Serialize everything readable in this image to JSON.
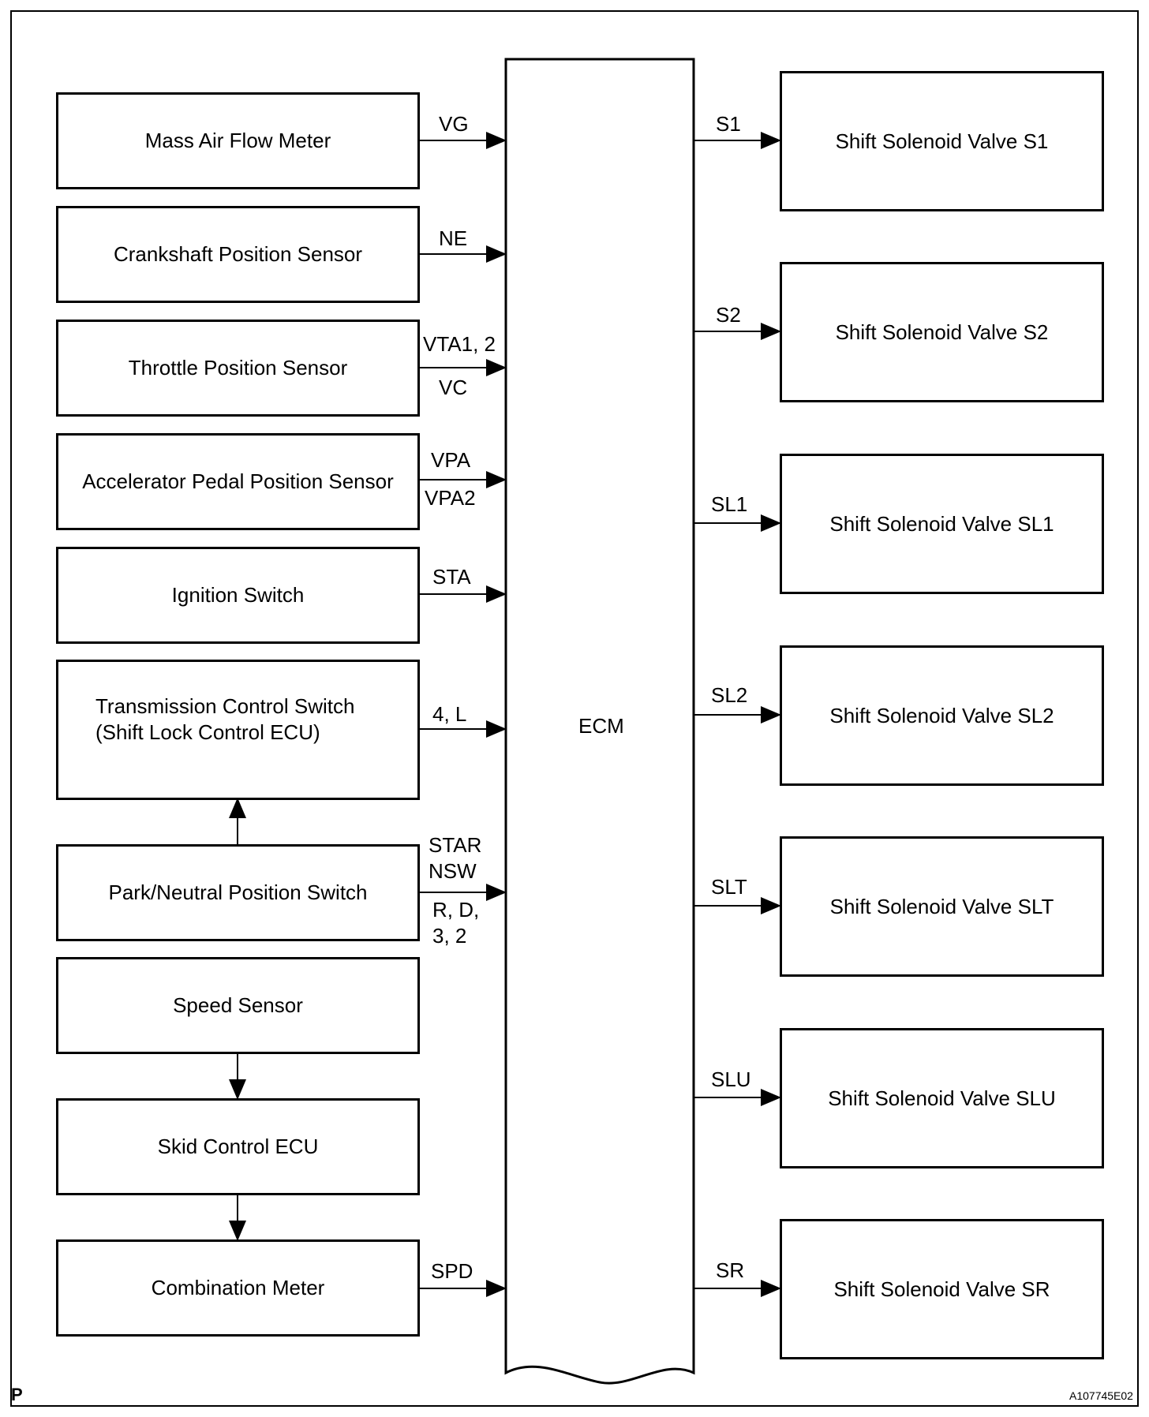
{
  "ecm": {
    "label": "ECM"
  },
  "inputs": [
    {
      "label": "Mass Air Flow Meter",
      "signal": "VG"
    },
    {
      "label": "Crankshaft Position Sensor",
      "signal": "NE"
    },
    {
      "label": "Throttle Position Sensor",
      "signal_top": "VTA1, 2",
      "signal_bottom": "VC"
    },
    {
      "label": "Accelerator Pedal Position Sensor",
      "signal_top": "VPA",
      "signal_bottom": "VPA2"
    },
    {
      "label": "Ignition Switch",
      "signal": "STA"
    },
    {
      "label": "Transmission Control Switch\n(Shift Lock Control ECU)",
      "signal": "4, L"
    },
    {
      "label": "Park/Neutral Position Switch",
      "signal_top": "STAR\nNSW",
      "signal_bottom": "R, D,\n3, 2"
    },
    {
      "label": "Speed Sensor"
    },
    {
      "label": "Skid Control ECU"
    },
    {
      "label": "Combination Meter",
      "signal": "SPD"
    }
  ],
  "outputs": [
    {
      "label": "Shift Solenoid Valve S1",
      "signal": "S1"
    },
    {
      "label": "Shift Solenoid Valve S2",
      "signal": "S2"
    },
    {
      "label": "Shift Solenoid Valve SL1",
      "signal": "SL1"
    },
    {
      "label": "Shift Solenoid Valve SL2",
      "signal": "SL2"
    },
    {
      "label": "Shift Solenoid Valve SLT",
      "signal": "SLT"
    },
    {
      "label": "Shift Solenoid Valve SLU",
      "signal": "SLU"
    },
    {
      "label": "Shift Solenoid Valve SR",
      "signal": "SR"
    }
  ],
  "footer": {
    "corner_mark": "P",
    "figure_id": "A107745E02"
  }
}
